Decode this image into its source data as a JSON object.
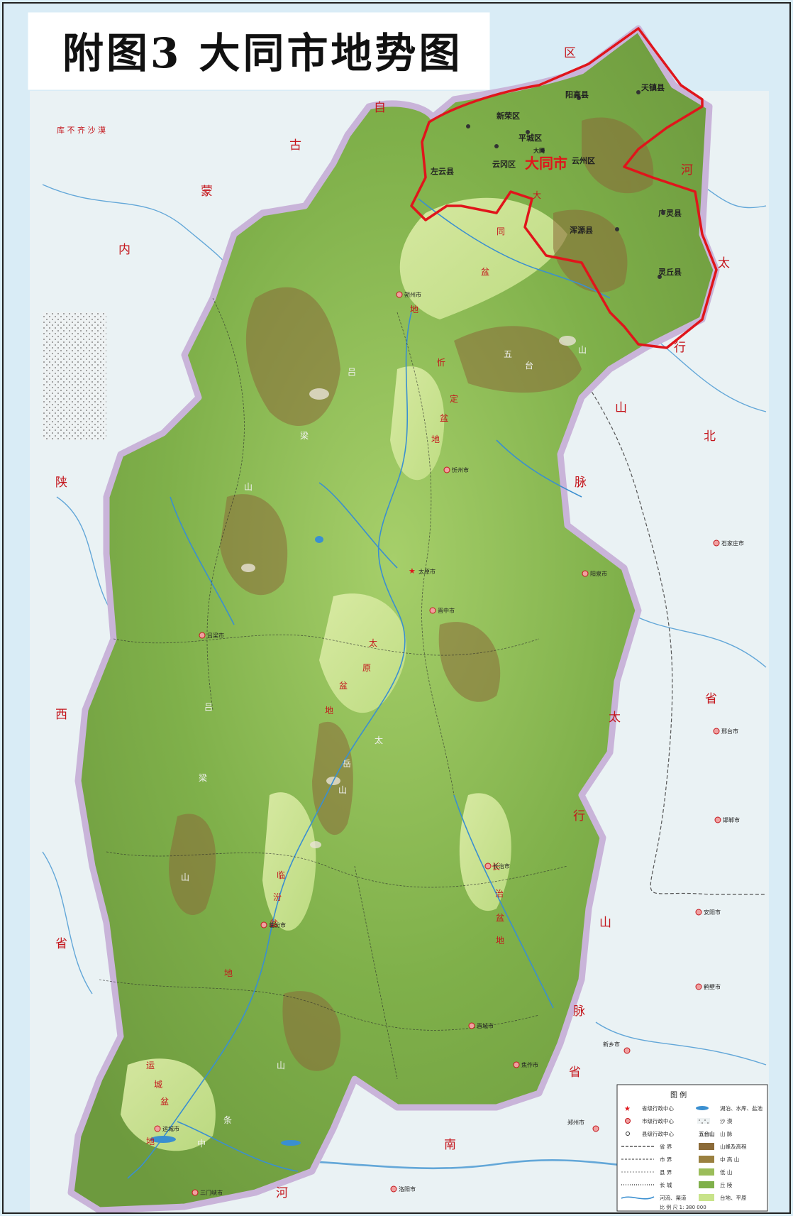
{
  "title": "附图3  大同市地势图",
  "highlight_region": "大同市",
  "colors": {
    "water_bg": "#d9ecf6",
    "neighbor_land": "#eef2f3",
    "province_border": "#c9b4d9",
    "highlight_border": "#e0151b",
    "relief_low": "#c8e38a",
    "relief_mid": "#7fb04a",
    "relief_high": "#7a5a2e",
    "river": "#3a8fd0",
    "label_red": "#c4161c",
    "label_dark": "#222222"
  },
  "counties": [
    {
      "name": "新荣区"
    },
    {
      "name": "阳高县"
    },
    {
      "name": "天镇县"
    },
    {
      "name": "平城区"
    },
    {
      "name": "大同"
    },
    {
      "name": "云冈区"
    },
    {
      "name": "左云县"
    },
    {
      "name": "云州区"
    },
    {
      "name": "广灵县"
    },
    {
      "name": "浑源县"
    },
    {
      "name": "灵丘县"
    }
  ],
  "regions": [
    {
      "text": "区"
    },
    {
      "text": "自"
    },
    {
      "text": "古"
    },
    {
      "text": "蒙"
    },
    {
      "text": "内"
    },
    {
      "text": "河"
    },
    {
      "text": "太"
    },
    {
      "text": "行"
    },
    {
      "text": "山"
    },
    {
      "text": "北"
    },
    {
      "text": "脉"
    },
    {
      "text": "省"
    },
    {
      "text": "陕"
    },
    {
      "text": "西"
    },
    {
      "text": "省"
    },
    {
      "text": "南"
    },
    {
      "text": "河"
    },
    {
      "text": "省"
    },
    {
      "text": "太"
    },
    {
      "text": "行"
    },
    {
      "text": "山"
    },
    {
      "text": "脉"
    }
  ],
  "terrain": [
    {
      "text": "库 不 齐 沙 漠"
    },
    {
      "text": "大"
    },
    {
      "text": "同"
    },
    {
      "text": "盆"
    },
    {
      "text": "地"
    },
    {
      "text": "忻"
    },
    {
      "text": "定"
    },
    {
      "text": "盆"
    },
    {
      "text": "地"
    },
    {
      "text": "吕"
    },
    {
      "text": "梁"
    },
    {
      "text": "山"
    },
    {
      "text": "五"
    },
    {
      "text": "台"
    },
    {
      "text": "山"
    },
    {
      "text": "太"
    },
    {
      "text": "原"
    },
    {
      "text": "盆"
    },
    {
      "text": "地"
    },
    {
      "text": "吕"
    },
    {
      "text": "梁"
    },
    {
      "text": "山"
    },
    {
      "text": "太"
    },
    {
      "text": "岳"
    },
    {
      "text": "山"
    },
    {
      "text": "临"
    },
    {
      "text": "汾"
    },
    {
      "text": "盆"
    },
    {
      "text": "地"
    },
    {
      "text": "长"
    },
    {
      "text": "治"
    },
    {
      "text": "盆"
    },
    {
      "text": "地"
    },
    {
      "text": "运"
    },
    {
      "text": "城"
    },
    {
      "text": "盆"
    },
    {
      "text": "地"
    },
    {
      "text": "中"
    },
    {
      "text": "条"
    },
    {
      "text": "山"
    }
  ],
  "cities": [
    {
      "name": "朔州市"
    },
    {
      "name": "忻州市"
    },
    {
      "name": "太原市"
    },
    {
      "name": "晋中市"
    },
    {
      "name": "吕梁市"
    },
    {
      "name": "阳泉市"
    },
    {
      "name": "临汾市"
    },
    {
      "name": "长治市"
    },
    {
      "name": "晋城市"
    },
    {
      "name": "运城市"
    },
    {
      "name": "石家庄市"
    },
    {
      "name": "邢台市"
    },
    {
      "name": "邯郸市"
    },
    {
      "name": "安阳市"
    },
    {
      "name": "鹤壁市"
    },
    {
      "name": "焦作市"
    },
    {
      "name": "新乡市"
    },
    {
      "name": "郑州市"
    },
    {
      "name": "三门峡市"
    },
    {
      "name": "洛阳市"
    }
  ],
  "legend": {
    "title": "图   例",
    "rows": [
      {
        "left": "省级行政中心",
        "right": "湖泊、水库、盐池"
      },
      {
        "left": "市级行政中心",
        "right": "沙 漠"
      },
      {
        "left": "县级行政中心",
        "right": "山 脉",
        "peak": "五台山"
      },
      {
        "left": "省 界",
        "right": "山峰及高程"
      },
      {
        "left": "市 界",
        "right": "中 高 山"
      },
      {
        "left": "县 界",
        "right": "低 山"
      },
      {
        "left": "长 城",
        "right": "丘 陵"
      },
      {
        "left": "河流、渠道",
        "right": "台地、平原"
      }
    ],
    "scale": "比 例 尺 1: 380 000"
  }
}
